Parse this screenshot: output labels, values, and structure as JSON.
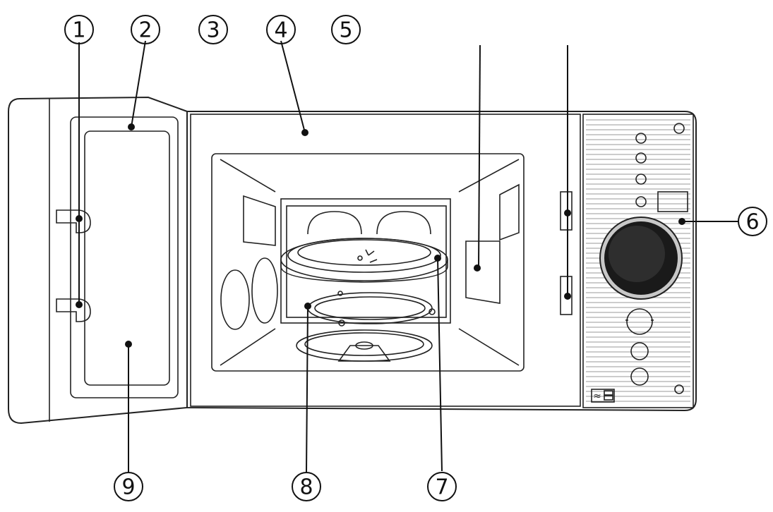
{
  "diagram": {
    "callouts": [
      {
        "id": "c1",
        "label": "1"
      },
      {
        "id": "c2",
        "label": "2"
      },
      {
        "id": "c3",
        "label": "3"
      },
      {
        "id": "c4",
        "label": "4"
      },
      {
        "id": "c5",
        "label": "5"
      },
      {
        "id": "c6",
        "label": "6"
      },
      {
        "id": "c7",
        "label": "7"
      },
      {
        "id": "c8",
        "label": "8"
      },
      {
        "id": "c9",
        "label": "9"
      }
    ],
    "panel_mark": "≈"
  }
}
